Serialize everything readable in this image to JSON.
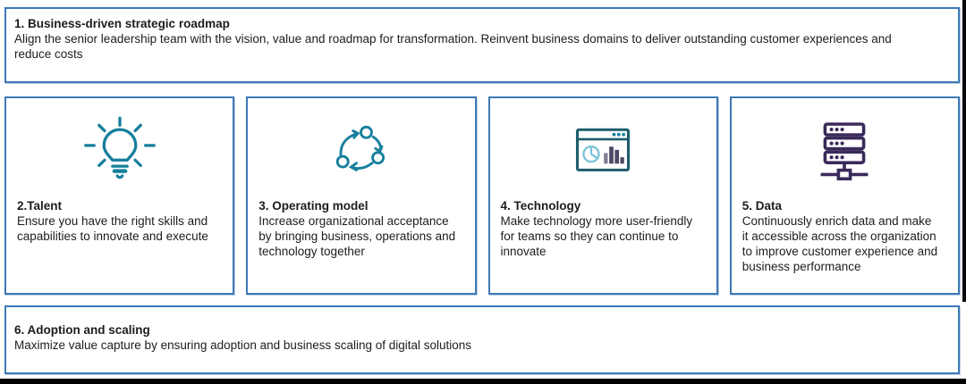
{
  "page": {
    "background": "#ffffff",
    "border_blue": "#3d79b6",
    "accent_teal": "#157f9c",
    "accent_dark_teal": "#1d5d6b",
    "accent_light_blue": "#7fc5d9",
    "accent_purple": "#3a2a5a",
    "accent_bar_gray": "#4d4766",
    "edge_bar_color": "#000000"
  },
  "top_banner": {
    "title": "1. Business-driven strategic roadmap",
    "description": "Align the senior leadership team with the vision, value and roadmap for transformation. Reinvent business domains to deliver outstanding customer experiences and reduce costs"
  },
  "cards": [
    {
      "icon": "lightbulb-icon",
      "title": "2.Talent",
      "description": "Ensure you have the right skills and capabilities to innovate and execute"
    },
    {
      "icon": "cycle-arrows-icon",
      "title": "3. Operating model",
      "description": "Increase organizational acceptance by bringing business, operations and technology together"
    },
    {
      "icon": "dashboard-window-icon",
      "title": "4. Technology",
      "description": "Make technology more user-friendly for teams so they can continue to innovate"
    },
    {
      "icon": "server-stack-icon",
      "title": "5. Data",
      "description": "Continuously enrich data and make it accessible across the organization to improve customer experience and business performance"
    }
  ],
  "bottom_banner": {
    "title": "6. Adoption and scaling",
    "description": "Maximize value capture by ensuring adoption and business scaling of digital solutions"
  }
}
